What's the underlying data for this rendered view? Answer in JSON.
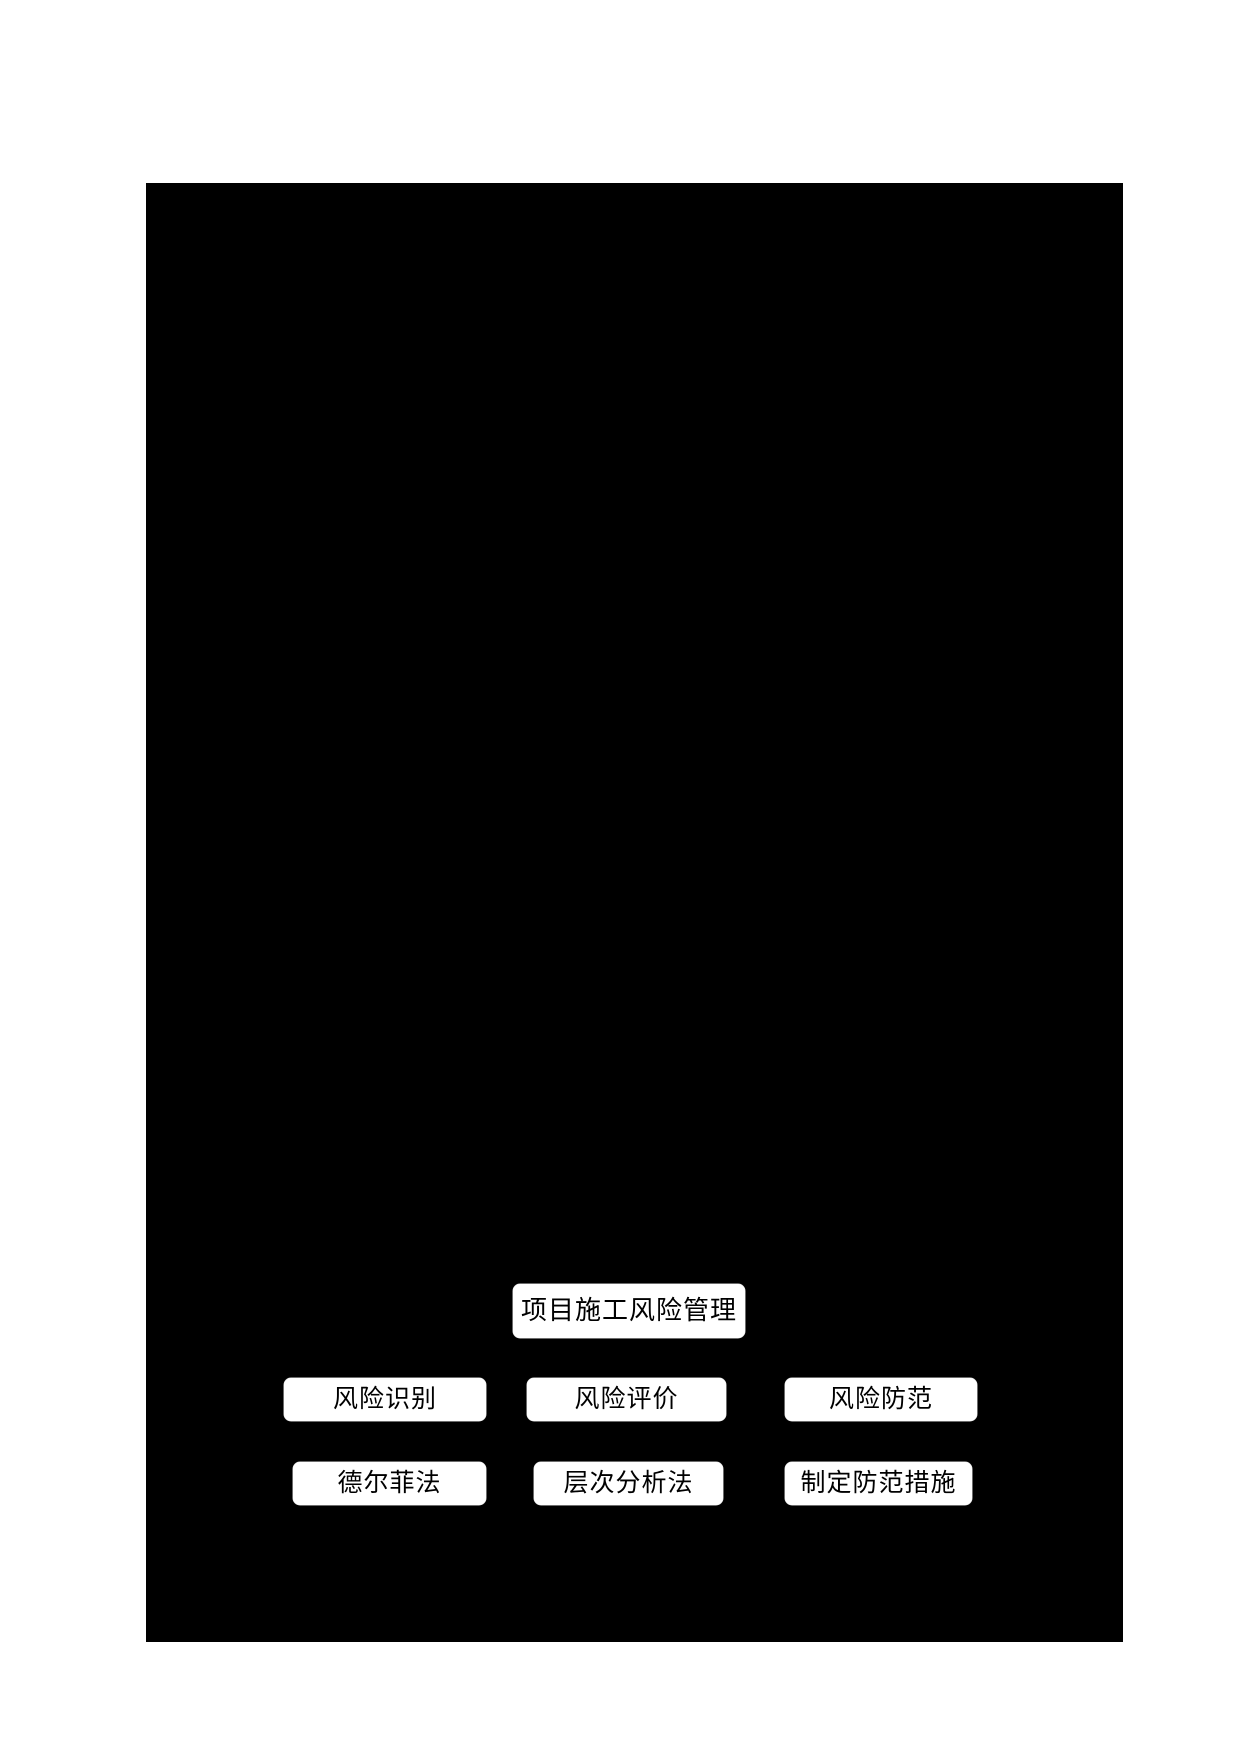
{
  "page": {
    "background_color": "#ffffff",
    "plate_color": "#000000",
    "node_fill_color": "#ffffff",
    "node_text_color": "#000000"
  },
  "diagram": {
    "type": "hierarchy",
    "root": {
      "label": "项目施工风险管理"
    },
    "level2": [
      {
        "label": "风险识别"
      },
      {
        "label": "风险评价"
      },
      {
        "label": "风险防范"
      }
    ],
    "level3": [
      {
        "label": "德尔菲法"
      },
      {
        "label": "层次分析法"
      },
      {
        "label": "制定防范措施"
      }
    ]
  }
}
